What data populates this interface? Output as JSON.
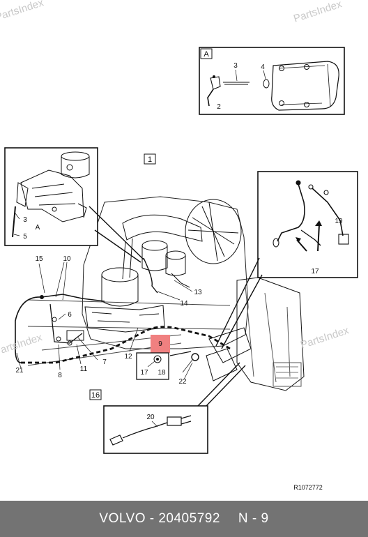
{
  "watermark": {
    "text": "PartsIndex"
  },
  "callouts": {
    "c1": "1",
    "c2": "2",
    "c3": "3",
    "c4": "4",
    "c5": "5",
    "c6": "6",
    "c7": "7",
    "c8": "8",
    "c9": "9",
    "c10": "10",
    "c11": "11",
    "c12": "12",
    "c13": "13",
    "c14": "14",
    "c15": "15",
    "c16": "16",
    "c17a": "17",
    "c17b": "17",
    "c18": "18",
    "c19": "19",
    "c20": "20",
    "c21": "21",
    "c22": "22",
    "cA_top": "A",
    "cA_inset": "A",
    "c3_inset": "3",
    "c3_top": "3",
    "c4_top": "4",
    "c2_top": "2"
  },
  "reference_code": "R1072772",
  "highlight_color": "#f08080",
  "footer": {
    "brand": "VOLVO",
    "separator": " - ",
    "part_number": "20405792",
    "section": "N - 9"
  }
}
